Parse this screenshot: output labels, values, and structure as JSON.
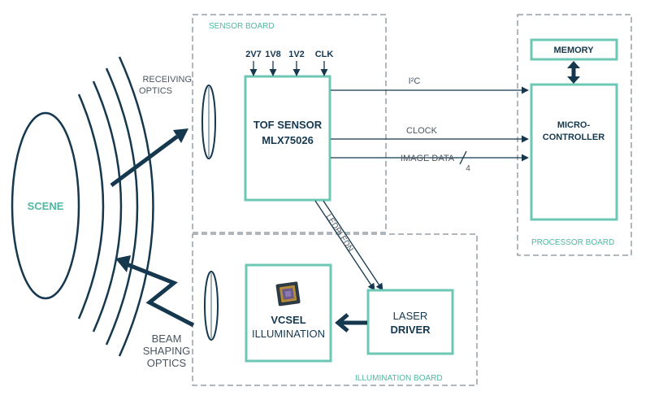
{
  "boards": {
    "sensor": "SENSOR BOARD",
    "illumination": "ILLUMINATION BOARD",
    "processor": "PROCESSOR BOARD"
  },
  "scene": "SCENE",
  "optics": {
    "receiving_1": "RECEIVING",
    "receiving_2": "OPTICS",
    "beam_1": "BEAM",
    "beam_2": "SHAPING",
    "beam_3": "OPTICS"
  },
  "tof": {
    "line1": "TOF SENSOR",
    "line2": "MLX75026",
    "pins": [
      "2V7",
      "1V8",
      "1V2",
      "CLK"
    ]
  },
  "signals": {
    "i2c": "I²C",
    "clock": "CLOCK",
    "image_data": "IMAGE DATA",
    "bus_width": "4",
    "ledpled": "LEDPLEDN"
  },
  "memory": "MEMORY",
  "micro": {
    "line1": "MICRO-",
    "line2": "CONTROLLER"
  },
  "laser": {
    "line1": "LASER",
    "line2": "DRIVER"
  },
  "vcsel": {
    "line1": "VCSEL",
    "line2": "ILLUMINATION"
  },
  "colors": {
    "accent": "#6cc7b4",
    "ink": "#15384f",
    "label": "#4fb8a3"
  }
}
